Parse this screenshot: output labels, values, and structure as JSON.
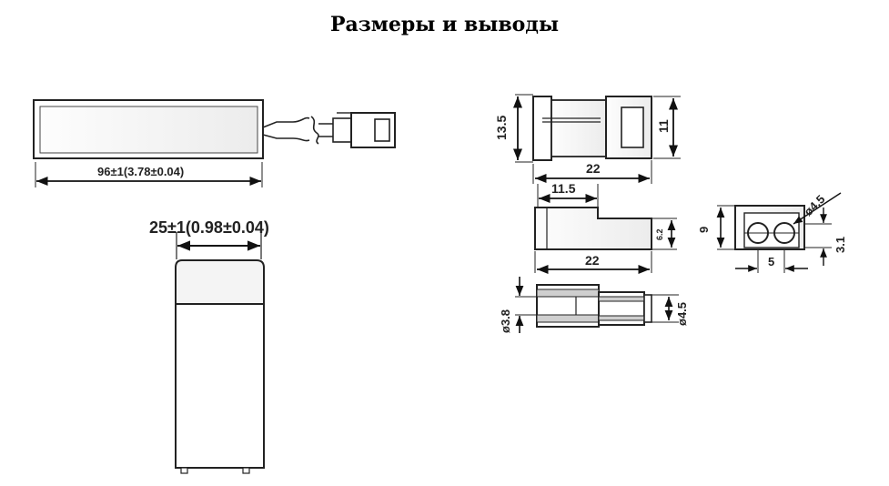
{
  "title": "Размеры и выводы",
  "dims": {
    "battery_length": "96±1(3.78±0.04)",
    "battery_width": "25±1(0.98±0.04)",
    "conn_height": "13.5",
    "conn_inner_height": "11",
    "conn_length_top": "22",
    "conn_step": "11.5",
    "conn_side_height": "6.2",
    "conn_length_side": "22",
    "pin_dia_small": "ø3.8",
    "pin_dia_large": "ø4.5",
    "end_height": "9",
    "end_hole_dia": "ø4.5",
    "end_offset": "3.1",
    "end_pitch": "5"
  }
}
